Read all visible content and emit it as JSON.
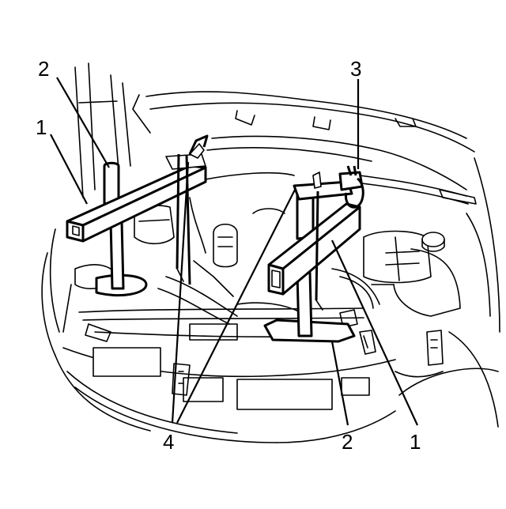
{
  "callouts": {
    "tool_1_left": "1",
    "tool_2_left": "2",
    "tool_3": "3",
    "tool_4": "4",
    "tool_2_right": "2",
    "tool_1_right": "1"
  }
}
